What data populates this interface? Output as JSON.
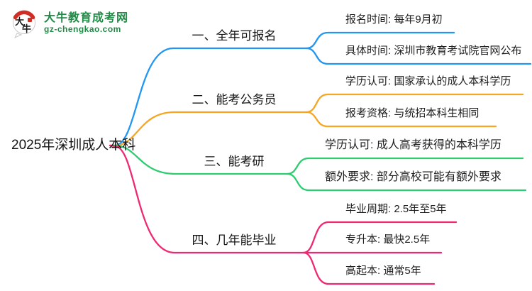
{
  "logo": {
    "title": "大牛教育成考网",
    "url": "gz-chengkao.com",
    "icon_text_top": "大",
    "icon_text_bottom": "牛",
    "brand_green": "#218a46",
    "seal_red": "#cf2e25"
  },
  "root": {
    "label": "2025年深圳成人本科"
  },
  "branches": [
    {
      "label": "一、全年可报名",
      "color": "#2196f3",
      "children": [
        {
          "text": "报名时间: 每年9月初"
        },
        {
          "text": "具体时间: 深圳市教育考试院官网公布"
        }
      ]
    },
    {
      "label": "二、能考公务员",
      "color": "#f5a623",
      "children": [
        {
          "text": "学历认可: 国家承认的成人本科学历"
        },
        {
          "text": "报考资格: 与统招本科生相同"
        }
      ]
    },
    {
      "label": "三、能考研",
      "color": "#2ecc71",
      "children": [
        {
          "text": "学历认可: 成人高考获得的本科学历"
        },
        {
          "text": "额外要求: 部分高校可能有额外要求"
        }
      ]
    },
    {
      "label": "四、几年能毕业",
      "color": "#ee2972",
      "children": [
        {
          "text": "毕业周期: 2.5年至5年"
        },
        {
          "text": "专升本: 最快2.5年"
        },
        {
          "text": "高起本: 通常5年"
        }
      ]
    }
  ]
}
